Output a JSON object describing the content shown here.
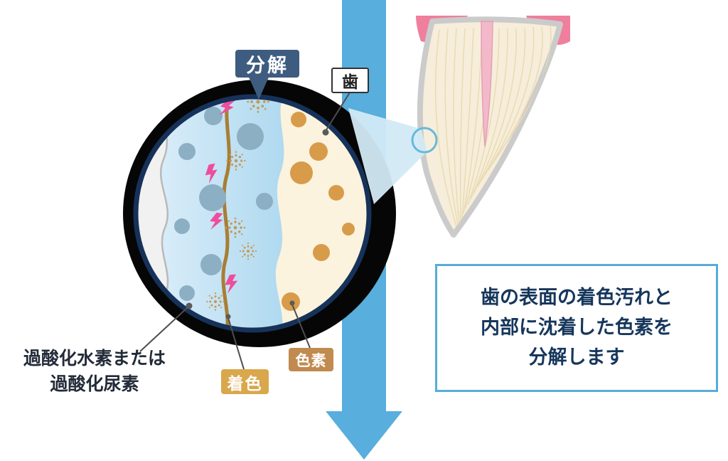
{
  "labels": {
    "decompose": "分解",
    "tooth": "歯",
    "pigment": "色素",
    "stain": "着色",
    "peroxide_line1": "過酸化水素または",
    "peroxide_line2": "過酸化尿素"
  },
  "caption": {
    "line1": "歯の表面の着色汚れと",
    "line2": "内部に沈着した色素を",
    "line3": "分解します"
  },
  "colors": {
    "arrow": "#58AEDC",
    "shadow_blob": "#060606",
    "decompose_bg": "#3D5C80",
    "pigment_bg": "#C18A4F",
    "stain_bg": "#D9A74C",
    "caption_border": "#57ACD9",
    "caption_text": "#16365C",
    "circle_border": "#16325A",
    "peroxide_particle": "#8CAFC4",
    "pigment_particle": "#D89B4A",
    "sparkle": "#C59A58",
    "bolt": "#EE4D9B",
    "stain_line": "#A87E35",
    "tooth_outline": "#CBCBCB",
    "tooth_fill": "#F6EEDA",
    "pulp": "#F3B9CB",
    "gum": "#EF7F9C",
    "zoom_cone": "#D2EAF6"
  }
}
